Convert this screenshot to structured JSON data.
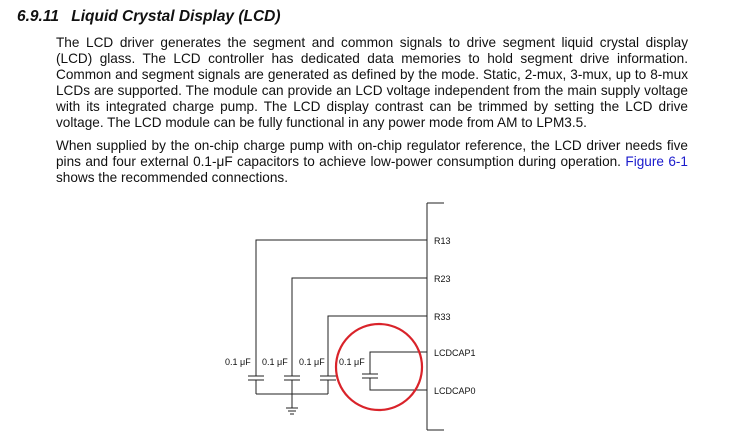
{
  "section": {
    "number": "6.9.11",
    "title": "Liquid Crystal Display (LCD)"
  },
  "paragraph1": "The LCD driver generates the segment and common signals to drive segment liquid crystal display (LCD) glass. The LCD controller has dedicated data memories to hold segment drive information. Common and segment signals are generated as defined by the mode. Static, 2-mux, 3-mux, up to 8-mux LCDs are supported. The module can provide an LCD voltage independent from the main supply voltage with its integrated charge pump. The LCD display contrast can be trimmed by setting the LCD drive voltage. The LCD module can be fully functional in any power mode from AM to LPM3.5.",
  "paragraph2": {
    "before_link": "When supplied by the on-chip charge pump with on-chip regulator reference, the LCD driver needs five pins and four external 0.1-μF capacitors to achieve low-power consumption during operation. ",
    "link": "Figure 6-1",
    "after_link": " shows the recommended connections."
  },
  "diagram": {
    "pins": [
      "R13",
      "R23",
      "R33",
      "LCDCAP1",
      "LCDCAP0"
    ],
    "capacitor_labels": [
      "0.1 μF",
      "0.1 μF",
      "0.1 μF",
      "0.1 μF"
    ],
    "highlight_color": "#d9232a"
  }
}
